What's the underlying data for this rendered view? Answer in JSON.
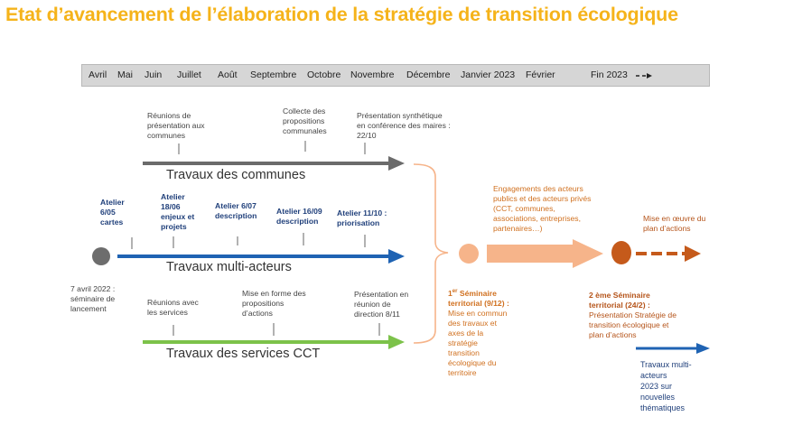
{
  "title": "Etat d’avancement de l’élaboration de la stratégie de transition écologique",
  "timeline": {
    "months": [
      "Avril",
      "Mai",
      "Juin",
      "Juillet",
      "Août",
      "Septembre",
      "Octobre",
      "Novembre",
      "Décembre",
      "Janvier 2023",
      "Février",
      "Fin 2023"
    ],
    "end_arrow": "− −▸"
  },
  "tracks": {
    "communes": {
      "label": "Travaux des communes",
      "color": "#6b6b6b",
      "notes": [
        [
          "Réunions de",
          "présentation aux",
          "communes"
        ],
        [
          "Collecte des",
          "propositions",
          "communales"
        ],
        [
          "Présentation synthétique",
          "en conférence des maires :",
          "22/10"
        ]
      ]
    },
    "acteurs": {
      "label": "Travaux multi-acteurs",
      "color": "#1f63b3",
      "notes": [
        [
          "Atelier",
          "6/05",
          "cartes"
        ],
        [
          "Atelier",
          "18/06",
          "enjeux et",
          "projets"
        ],
        [
          "Atelier 6/07",
          "description"
        ],
        [
          "Atelier 16/09",
          "description"
        ],
        [
          "Atelier 11/10 :",
          "priorisation"
        ]
      ]
    },
    "services": {
      "label": "Travaux des services CCT",
      "color": "#7cc24a",
      "notes": [
        [
          "Réunions avec",
          "les services"
        ],
        [
          "Mise en forme des",
          "propositions",
          "d’actions"
        ],
        [
          "Présentation en",
          "réunion de",
          "direction 8/11"
        ]
      ]
    }
  },
  "launch": [
    "7 avril 2022 :",
    "séminaire de",
    "lancement"
  ],
  "engagement": [
    "Engagements des acteurs",
    "publics et des acteurs privés",
    "(CCT, communes,",
    "associations, entreprises,",
    "partenaires…)"
  ],
  "seminar1": {
    "heading": "1er Séminaire",
    "heading_main": "1",
    "heading_sup": "er",
    "heading_rest": " Séminaire",
    "line2": "territorial (9/12) :",
    "body": [
      "Mise en commun",
      "des travaux et",
      "axes de la",
      "stratégie",
      "transition",
      "écologique du",
      "territoire"
    ]
  },
  "seminar2": {
    "heading": [
      "2 ème Séminaire",
      "territorial (24/2) :"
    ],
    "body": [
      "Présentation Stratégie de",
      "transition écologique  et",
      "plan d’actions"
    ]
  },
  "implementation": [
    "Mise en œuvre du",
    "plan d’actions"
  ],
  "future": [
    "Travaux multi-",
    "acteurs",
    "2023 sur",
    "nouvelles",
    "thématiques"
  ],
  "colors": {
    "title": "#f5b31a",
    "light_orange": "#f6b48a",
    "dark_orange": "#c55a1b",
    "blue": "#1f63b3",
    "gray_circle": "#6d6d6d"
  }
}
